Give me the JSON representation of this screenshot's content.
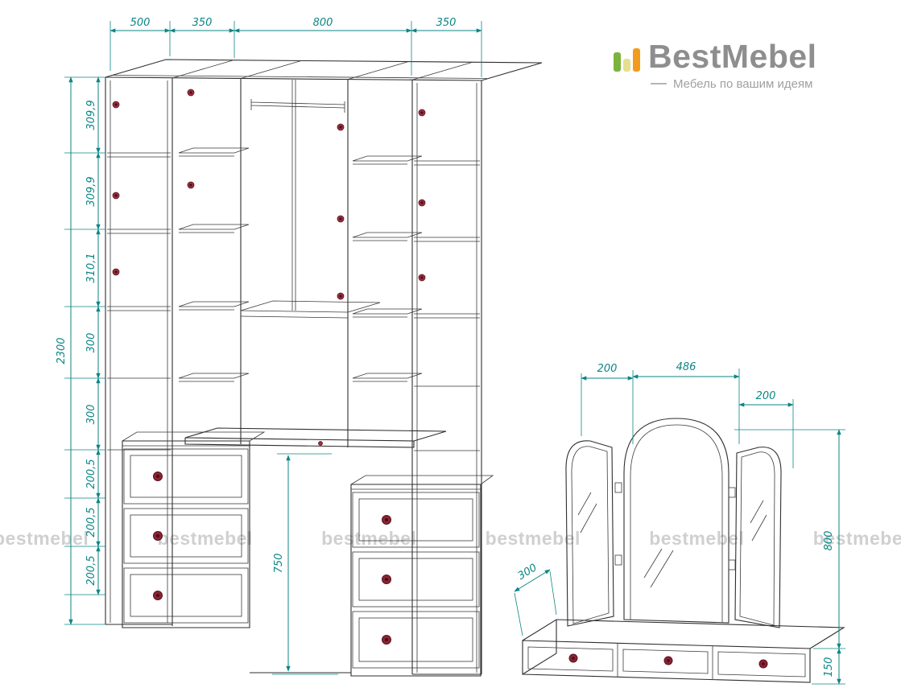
{
  "logo": {
    "brand": "BestMebel",
    "tagline": "Мебель по вашим идеям",
    "bar_colors": [
      "#7cb33d",
      "#e5e08e",
      "#f29b1c"
    ]
  },
  "watermark": {
    "text": "bestmebel"
  },
  "left_drawing": {
    "top_dims": [
      "500",
      "350",
      "800",
      "350"
    ],
    "height_chain": [
      "309,9",
      "309,9",
      "310,1",
      "300",
      "300",
      "200,5",
      "200,5",
      "200,5"
    ],
    "overall_height": "2300",
    "desk_clearance": "750"
  },
  "right_drawing": {
    "top_dims": [
      "200",
      "486",
      "200"
    ],
    "height": "800",
    "base_height": "150",
    "depth": "300"
  },
  "colors": {
    "dimension": "#0c8585",
    "outline": "#2e2e2e",
    "knob": "#8a2433",
    "watermark": "#c8c8c8",
    "brand_text": "#8e8e8e"
  }
}
